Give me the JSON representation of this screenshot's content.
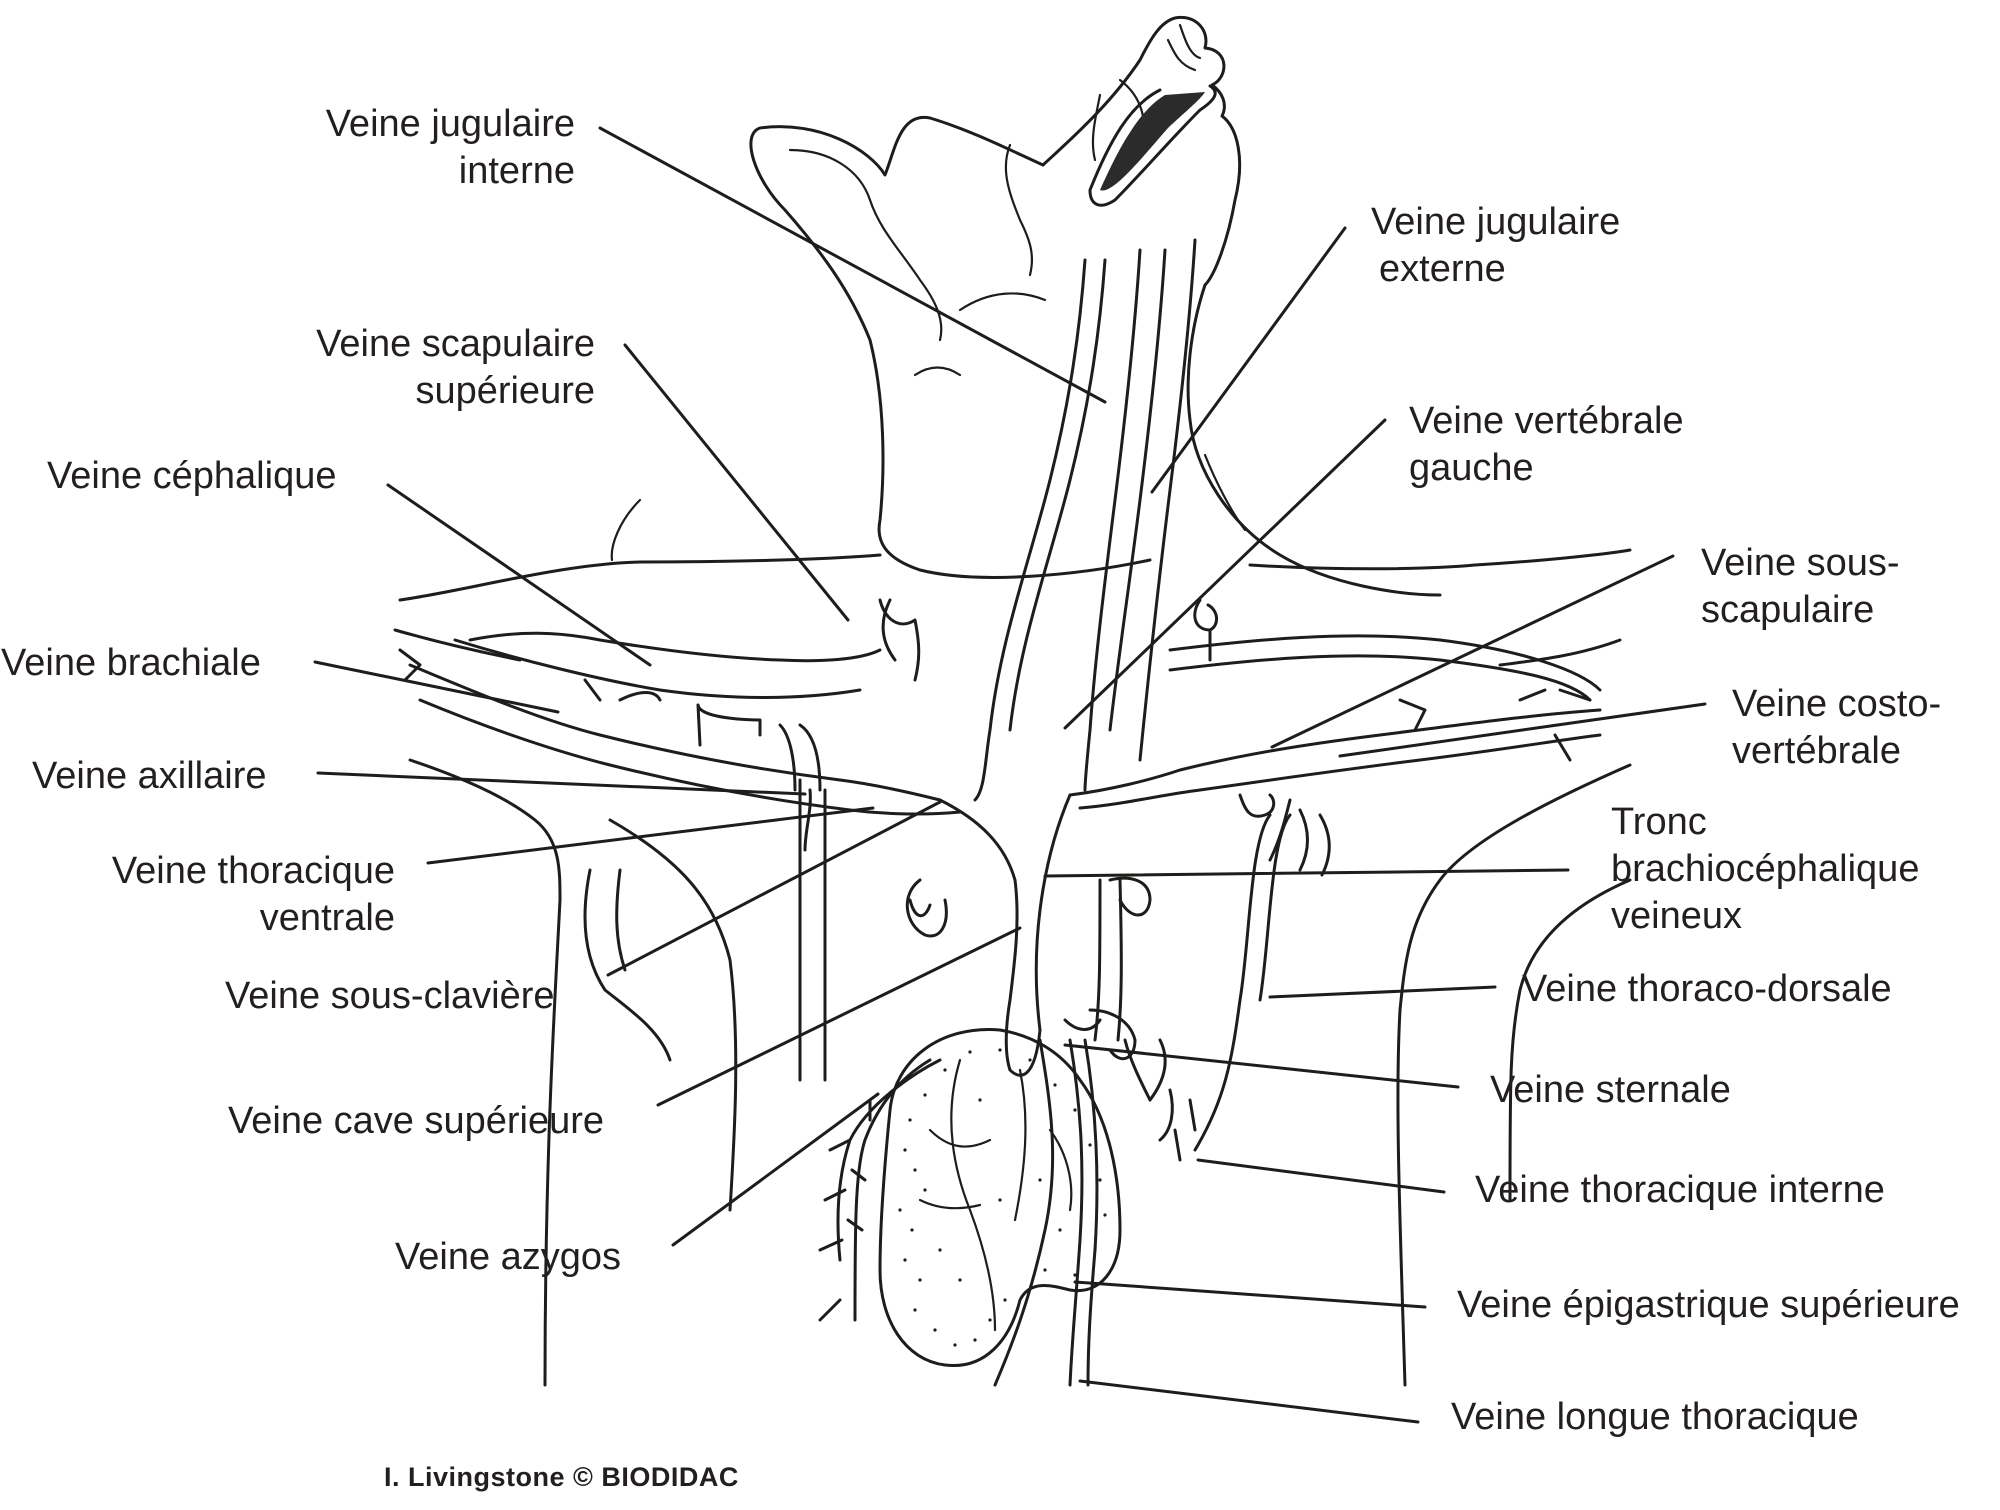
{
  "diagram": {
    "labels": {
      "jugulaire_interne": {
        "line1": "Veine jugulaire",
        "line2": "interne"
      },
      "jugulaire_externe": {
        "line1": "Veine jugulaire",
        "line2": "externe"
      },
      "scapulaire_superieure": {
        "line1": "Veine scapulaire",
        "line2": "supérieure"
      },
      "vertebrale_gauche": {
        "line1": "Veine vertébrale",
        "line2": "gauche"
      },
      "cephalique": {
        "line1": "Veine céphalique"
      },
      "sous_scapulaire": {
        "line1": "Veine sous-",
        "line2": "scapulaire"
      },
      "brachiale": {
        "line1": "Veine brachiale"
      },
      "costo_vertebrale": {
        "line1": "Veine costo-",
        "line2": "vertébrale"
      },
      "axillaire": {
        "line1": "Veine axillaire"
      },
      "tronc_brachiocephalique": {
        "line1": "Tronc",
        "line2": "brachiocéphalique",
        "line3": "veineux"
      },
      "thoracique_ventrale": {
        "line1": "Veine thoracique",
        "line2": "ventrale"
      },
      "thoraco_dorsale": {
        "line1": "Veine thoraco-dorsale"
      },
      "sous_claviere": {
        "line1": "Veine sous-clavière"
      },
      "sternale": {
        "line1": "Veine sternale"
      },
      "cave_superieure": {
        "line1": "Veine cave supérieure"
      },
      "thoracique_interne": {
        "line1": "Veine thoracique interne"
      },
      "azygos": {
        "line1": "Veine azygos"
      },
      "epigastrique_superieure": {
        "line1": "Veine épigastrique supérieure"
      },
      "longue_thoracique": {
        "line1": "Veine longue thoracique"
      }
    },
    "credit": "I. Livingstone © BIODIDAC"
  }
}
